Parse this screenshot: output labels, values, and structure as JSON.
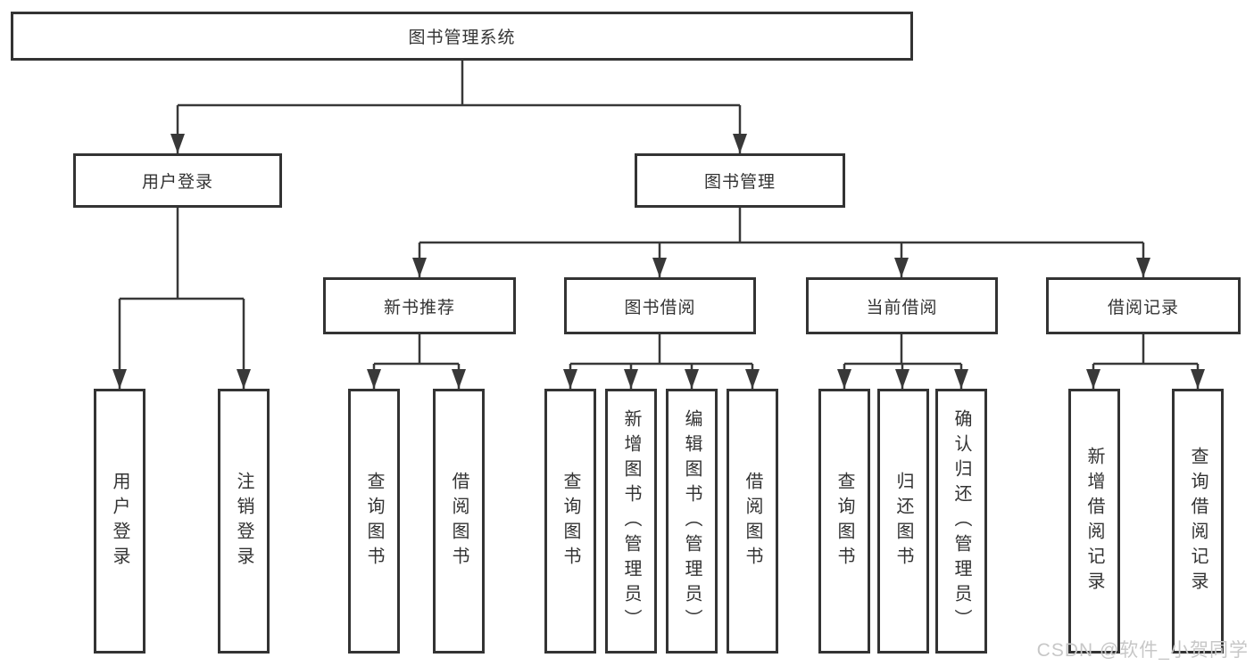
{
  "diagram": {
    "root": "图书管理系统",
    "user_login": {
      "label": "用户登录",
      "children": [
        "用户登录",
        "注销登录"
      ]
    },
    "book_management": {
      "label": "图书管理",
      "new_book_recommend": {
        "label": "新书推荐",
        "children": [
          "查询图书",
          "借阅图书"
        ]
      },
      "book_borrowing": {
        "label": "图书借阅",
        "children": [
          "查询图书",
          "新增图书（管理员）",
          "编辑图书（管理员）",
          "借阅图书"
        ]
      },
      "current_borrowing": {
        "label": "当前借阅",
        "children": [
          "查询图书",
          "归还图书",
          "确认归还（管理员）"
        ]
      },
      "borrowing_records": {
        "label": "借阅记录",
        "children": [
          "新增借阅记录",
          "查询借阅记录"
        ]
      }
    }
  },
  "watermark": "CSDN @软件_小贺同学",
  "colors": {
    "line": "#383838",
    "box_border": "#333333",
    "text": "#333333",
    "background": "#ffffff",
    "watermark": "#c7c7c7"
  }
}
